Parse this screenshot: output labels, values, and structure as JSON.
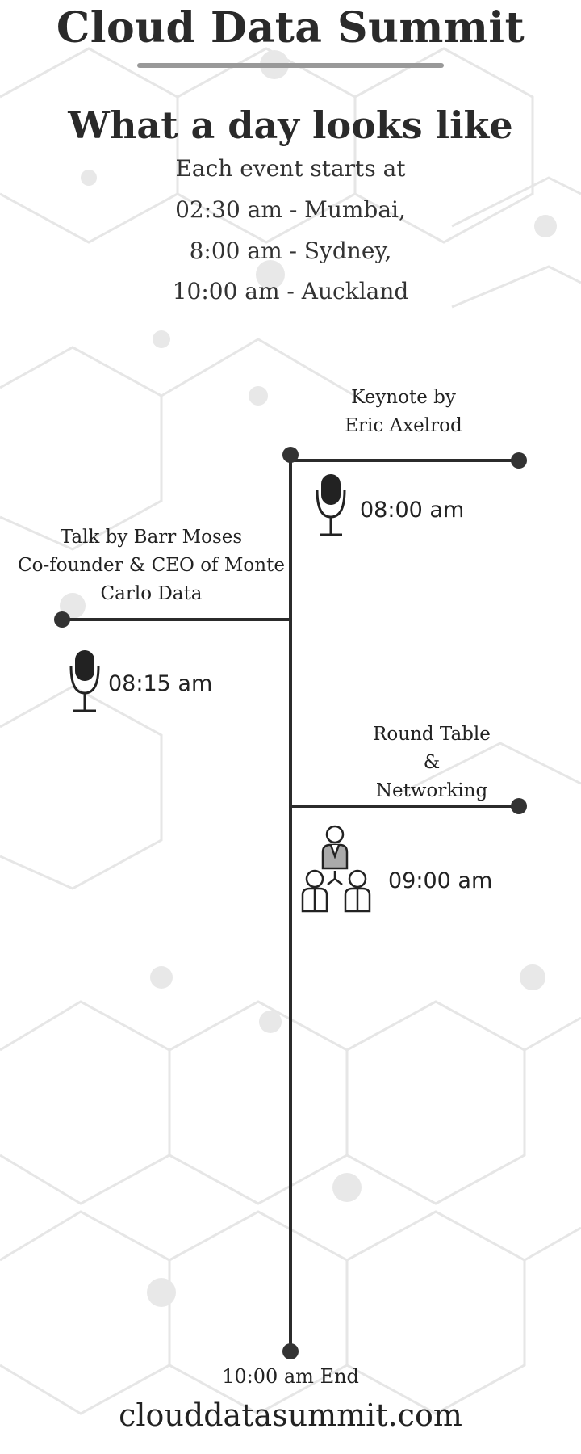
{
  "header": {
    "title": "Cloud Data Summit",
    "subtitle": "What a day looks like"
  },
  "timezones": {
    "intro": "Each event starts at",
    "lines": [
      "02:30 am - Mumbai,",
      "8:00 am - Sydney,",
      "10:00 am - Auckland"
    ]
  },
  "events": [
    {
      "label_lines": [
        "Keynote by",
        "Eric Axelrod"
      ],
      "time": "08:00 am",
      "icon": "microphone-icon"
    },
    {
      "label_lines": [
        "Talk by Barr Moses",
        "Co-founder & CEO of Monte",
        "Carlo Data"
      ],
      "time": "08:15 am",
      "icon": "microphone-icon"
    },
    {
      "label_lines": [
        "Round Table",
        "&",
        "Networking"
      ],
      "time": "09:00 am",
      "icon": "people-network-icon"
    }
  ],
  "end": {
    "label": "10:00 am End"
  },
  "footer": {
    "website": "clouddatasummit.com"
  },
  "colors": {
    "line": "#2b2b2b",
    "dot": "#333333",
    "accent_grey": "#999999"
  }
}
